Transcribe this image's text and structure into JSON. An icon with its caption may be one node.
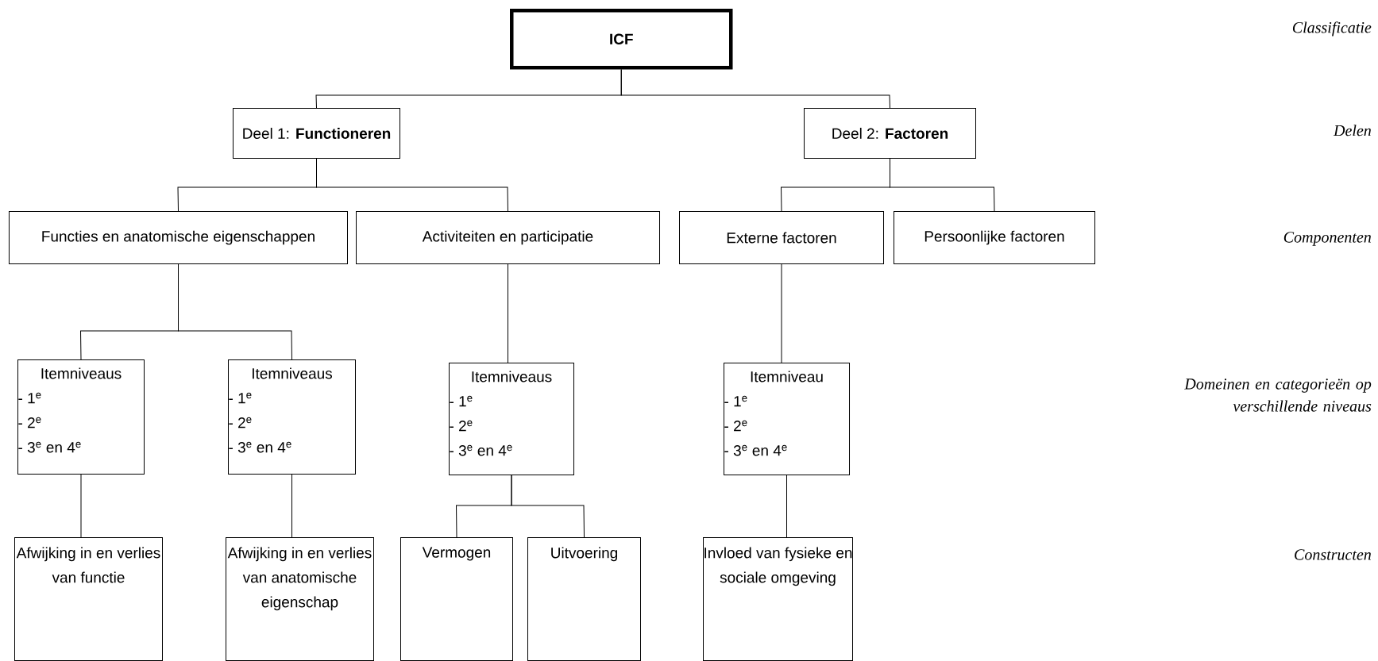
{
  "diagram": {
    "nodes": [
      {
        "text": [
          "ICF"
        ]
      },
      {
        "text": [
          "Deel 1: **Functioneren**"
        ]
      },
      {
        "text": [
          "Deel 2: **Factoren**"
        ]
      },
      {
        "text": [
          "Functies en anatomische eigenschappen"
        ]
      },
      {
        "text": [
          "Activiteiten en participatie"
        ]
      },
      {
        "text": [
          "Externe factoren"
        ]
      },
      {
        "text": [
          "Persoonlijke factoren"
        ]
      },
      {
        "text": [
          "Itemniveaus",
          "- 1$^{e}$",
          "- 2$^{e}$",
          "- 3$^{e}$ en 4$^{e}$"
        ]
      },
      {
        "text": [
          "Itemniveaus",
          "- 1$^{e}$",
          "- 2$^{e}$",
          "- 3$^{e}$ en 4$^{e}$"
        ]
      },
      {
        "text": [
          "Itemniveaus",
          "- 1$^{e}$",
          "- 2$^{e}$",
          "- 3$^{e}$ en 4$^{e}$"
        ]
      },
      {
        "text": [
          "Itemniveau",
          "- 1$^{e}$",
          "- 2$^{e}$",
          "- 3$^{e}$ en 4$^{e}$"
        ]
      },
      {
        "text": [
          "Afwijking in en verlies van functie"
        ]
      },
      {
        "text": [
          "Afwijking in en verlies van anatomische eigenschap"
        ]
      },
      {
        "text": [
          "Vermogen"
        ]
      },
      {
        "text": [
          "Uitvoering"
        ]
      },
      {
        "text": [
          "Invloed van fysieke en sociale omgeving"
        ]
      }
    ],
    "edges": [
      {
        "from": 0,
        "to": 1,
        "arrow": "none"
      },
      {
        "from": 0,
        "to": 2,
        "arrow": "none"
      },
      {
        "from": 1,
        "to": 3,
        "arrow": "none"
      },
      {
        "from": 1,
        "to": 4,
        "arrow": "none"
      },
      {
        "from": 2,
        "to": 5,
        "arrow": "none"
      },
      {
        "from": 2,
        "to": 6,
        "arrow": "none"
      },
      {
        "from": 3,
        "to": 7,
        "arrow": "none"
      },
      {
        "from": 3,
        "to": 8,
        "arrow": "none"
      },
      {
        "from": 4,
        "to": 9,
        "arrow": "none"
      },
      {
        "from": 5,
        "to": 10,
        "arrow": "none"
      },
      {
        "from": 7,
        "to": 11,
        "arrow": "none"
      },
      {
        "from": 8,
        "to": 12,
        "arrow": "none"
      },
      {
        "from": 9,
        "to": 13,
        "arrow": "none"
      },
      {
        "from": 9,
        "to": 14,
        "arrow": "none"
      },
      {
        "from": 10,
        "to": 15,
        "arrow": "none"
      }
    ],
    "labels": [
      "Classificatie",
      "Delen",
      "Componenten",
      "Domeinen en categorieën op verschillende niveaus",
      "Constructen"
    ]
  }
}
